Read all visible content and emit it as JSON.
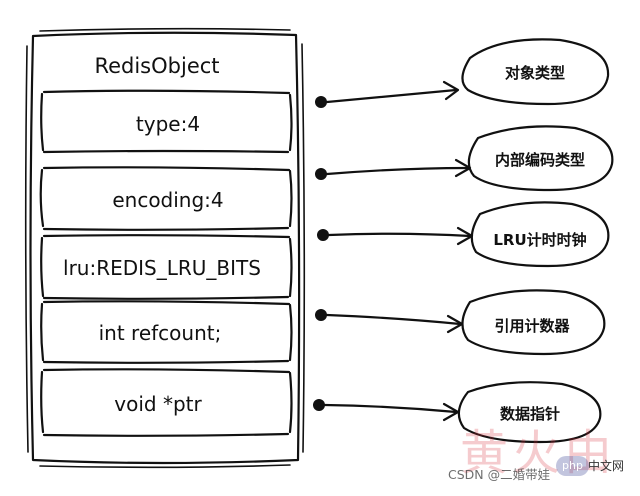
{
  "object": {
    "title": "RedisObject",
    "fields": [
      {
        "label": "type:4",
        "annotation": "对象类型"
      },
      {
        "label": "encoding:4",
        "annotation": "内部编码类型"
      },
      {
        "label": "lru:REDIS_LRU_BITS",
        "annotation": "LRU计时时钟"
      },
      {
        "label": "int refcount;",
        "annotation": "引用计数器"
      },
      {
        "label": "void *ptr",
        "annotation": "数据指针"
      }
    ]
  },
  "watermark": {
    "big_text": "黄火由",
    "php_badge": "php",
    "cn_text": "中文网",
    "csdn_text": "CSDN @二婚带娃"
  }
}
